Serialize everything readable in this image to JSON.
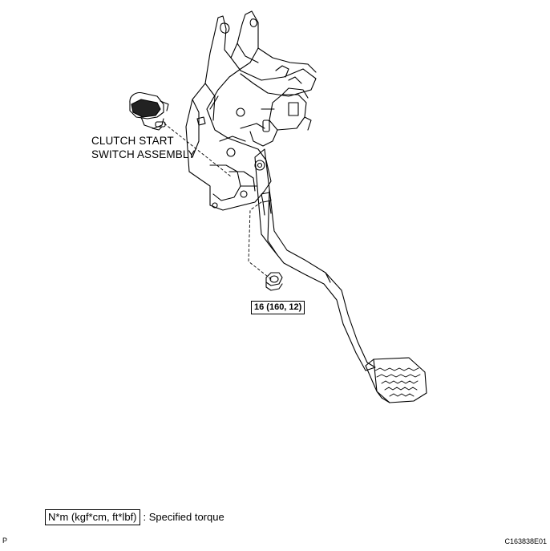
{
  "labels": {
    "switch_line1": "CLUTCH START",
    "switch_line2": "SWITCH ASSEMBLY",
    "torque": "16 (160, 12)"
  },
  "legend": {
    "box": "N*m (kgf*cm, ft*lbf)",
    "text": ": Specified torque"
  },
  "footer": {
    "left": "P",
    "right": "C163838E01"
  }
}
